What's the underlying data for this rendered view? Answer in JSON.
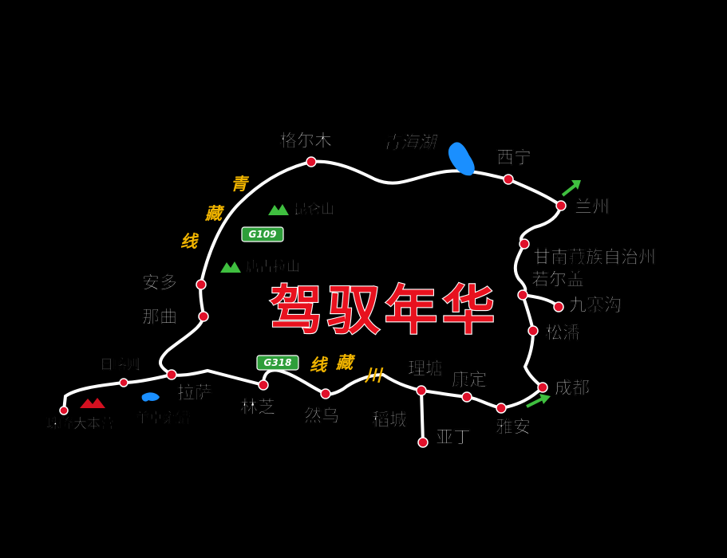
{
  "title": "驾驭年华",
  "cities": {
    "golmud": "格尔木",
    "qinghai_lake": "青海湖",
    "xining": "西宁",
    "lanzhou": "兰州",
    "gannan": "甘南藏族自治州",
    "ruoergai": "若尔盖",
    "jiuzhaigou": "九寨沟",
    "songpan": "松潘",
    "chengdu": "成都",
    "yaan": "雅安",
    "kangding": "康定",
    "litang": "理塘",
    "daocheng": "稻城",
    "yading": "亚丁",
    "ranwu": "然乌",
    "linzhi": "林芝",
    "lhasa": "拉萨",
    "yamdrok": "羊卓雍错",
    "shigatse": "日喀则",
    "everest_base": "珠峰大本营",
    "naqu": "那曲",
    "anduo": "安多",
    "kunlun": "昆仑山",
    "tanggula": "唐古拉山"
  },
  "routes": {
    "qingzang_chars": [
      "青",
      "藏",
      "线"
    ],
    "chuanzang_chars": [
      "线",
      "藏",
      "川"
    ],
    "g109": "G109",
    "g318": "G318"
  },
  "colors": {
    "background": "#000000",
    "route": "#ffffff",
    "city_dot": "#e0102a",
    "route_label": "#f0b400",
    "highway_badge": "#2e9e3a",
    "lake": "#1a8fff",
    "mountain": "#3fbf3f",
    "arrow": "#3fbf3f",
    "title": "#e8111e"
  }
}
